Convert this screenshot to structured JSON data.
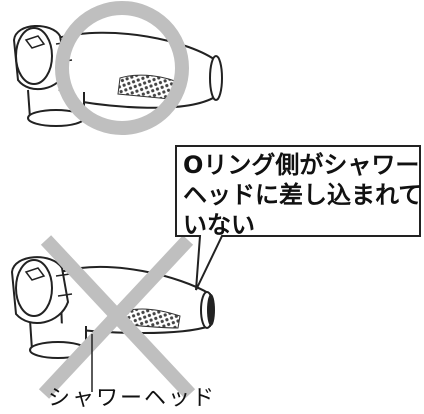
{
  "figure": {
    "correct_mark": "circle",
    "incorrect_mark": "cross",
    "callout": {
      "lines": [
        "Oリング側がシャワー",
        "ヘッドに差し込まれて",
        "いない"
      ]
    },
    "caption": "シャワーヘッド",
    "colors": {
      "mark": "#bfbfbf",
      "line": "#222222",
      "hatch": "#555555"
    }
  }
}
